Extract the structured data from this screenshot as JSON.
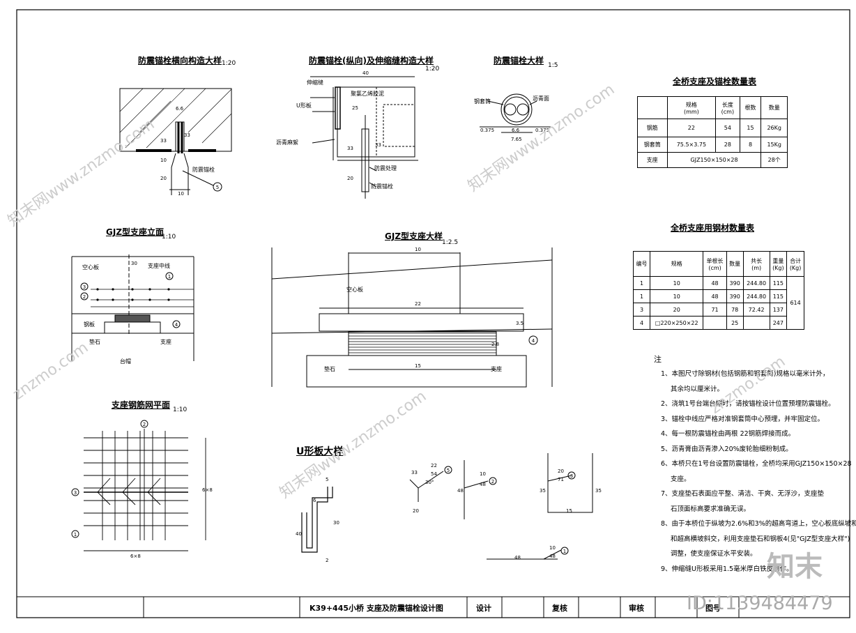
{
  "titles": {
    "anchor_transverse": "防震锚栓横向构造大样",
    "anchor_transverse_scale": "1:20",
    "anchor_longitudinal": "防震锚栓(纵向)及伸缩缝构造大样",
    "anchor_longitudinal_scale": "1:20",
    "anchor_detail": "防震锚栓大样",
    "anchor_detail_scale": "1:5",
    "gjz_elevation": "GJZ型支座立面",
    "gjz_elevation_scale": "1:10",
    "gjz_detail": "GJZ型支座大样",
    "gjz_detail_scale": "1:2.5",
    "rebar_plan": "支座钢筋网平面",
    "rebar_plan_scale": "1:10",
    "u_plate": "U形板大样"
  },
  "labels": {
    "hollow_slab": "空心板",
    "bearing_centerline": "支座中线",
    "weld_steel": "钢板",
    "cushion_stone": "垫石",
    "bearing": "支座",
    "abutment_cap": "台帽",
    "expansion_joint": "伸缩缝",
    "u_plate": "U形板",
    "polystyrene": "聚氯乙烯胶泥",
    "asphalt_fill": "沥青麻絮",
    "waterproof": "防震处理",
    "anchor_bolt": "防震锚栓",
    "steel_sleeve": "钢套筒",
    "asphalt": "沥青面",
    "mark_1": "1",
    "mark_2": "2",
    "mark_3": "3",
    "mark_4": "4",
    "mark_5": "5"
  },
  "dims": {
    "d_66": "6.6",
    "d_33a": "33",
    "d_33b": "33",
    "d_10a": "10",
    "d_20a": "20",
    "d_10b": "10",
    "d_40": "40",
    "d_25": "25",
    "d_33c": "33",
    "d_33d": "33",
    "d_20b": "20",
    "d_0375a": "0.375",
    "d_66b": "6.6",
    "d_0375b": "0.375",
    "d_765": "7.65",
    "d_30": "30",
    "d_10c": "10",
    "d_22": "22",
    "d_15": "15",
    "d_35": "3.5",
    "d_28": "2.8",
    "d_6x8a": "6×8",
    "d_6x8b": "6×8",
    "d_u5": "5",
    "d_u6": "6",
    "d_u2": "2",
    "d_u30": "30",
    "d_u40": "40",
    "b5_22": "22",
    "b5_54": "54",
    "b5_angle": "30°",
    "b5_33": "33",
    "b5_20": "20",
    "b2_10": "10",
    "b2_48": "48",
    "b2_48v": "48",
    "b3_20": "20",
    "b3_71": "71",
    "b3_35a": "35",
    "b3_35b": "35",
    "b3_15": "15",
    "b1_10": "10",
    "b1_48": "48",
    "b1_48h": "48"
  },
  "table1": {
    "title": "全桥支座及锚栓数量表",
    "headers": [
      "",
      "规格\n(mm)",
      "长度\n(cm)",
      "根数",
      "数量"
    ],
    "rows": [
      [
        "钢筋",
        "22",
        "54",
        "15",
        "26Kg"
      ],
      [
        "钢套筒",
        "75.5×3.75",
        "28",
        "8",
        "15Kg"
      ],
      [
        "支座",
        "GJZ150×150×28",
        "",
        "",
        "28个"
      ]
    ]
  },
  "table2": {
    "title": "全桥支座用钢材数量表",
    "headers": [
      "编号",
      "规格",
      "单根长\n(cm)",
      "数量",
      "共长\n(m)",
      "重量\n(Kg)",
      "合计\n(Kg)"
    ],
    "rows": [
      [
        "1",
        "10",
        "48",
        "390",
        "244.80",
        "115",
        ""
      ],
      [
        "1",
        "10",
        "48",
        "390",
        "244.80",
        "115",
        ""
      ],
      [
        "3",
        "20",
        "71",
        "78",
        "72.42",
        "137",
        ""
      ],
      [
        "4",
        "□220×250×22",
        "",
        "25",
        "",
        "247",
        ""
      ]
    ],
    "total": "614"
  },
  "notes": {
    "heading": "注",
    "items": [
      "1、本图尺寸除钢材(包括钢筋和钢套筒)规格以毫米计外，",
      "其余均以厘米计。",
      "2、浇筑1号台端台帽时，请按锚栓设计位置预埋防震锚栓。",
      "3、锚栓中线应严格对准钢套筒中心预埋，并牢固定位。",
      "4、每一根防震锚栓由两根 22钢筋焊接而成。",
      "5、沥青膏由沥青渗入20%废轮胎细粉制成。",
      "6、本桥只在1号台设置防震锚栓，全桥均采用GJZ150×150×28",
      "支座。",
      "7、支座垫石表面应平整、清洁、干爽、无浮沙，支座垫",
      "石顶面标高要求准确无误。",
      "8、由于本桥位于纵坡为2.6%和3%的超高弯道上，空心板底纵坡和",
      "和超高横坡斜交，利用支座垫石和钢板4(见\"GJZ型支座大样\")",
      "调整，使支座保证水平安装。",
      "9、伸缩缝U形板采用1.5毫米厚白铁皮制作。"
    ]
  },
  "titleblock": {
    "project": "K39+445小桥    支座及防震锚栓设计图",
    "design": "设计",
    "review": "复核",
    "approve": "审核",
    "drawing_no": "图号"
  },
  "watermarks": {
    "brand": "知末网www.znzmo.com",
    "site": "znzmo.com",
    "logo": "知末",
    "id": "ID:1139484479"
  }
}
